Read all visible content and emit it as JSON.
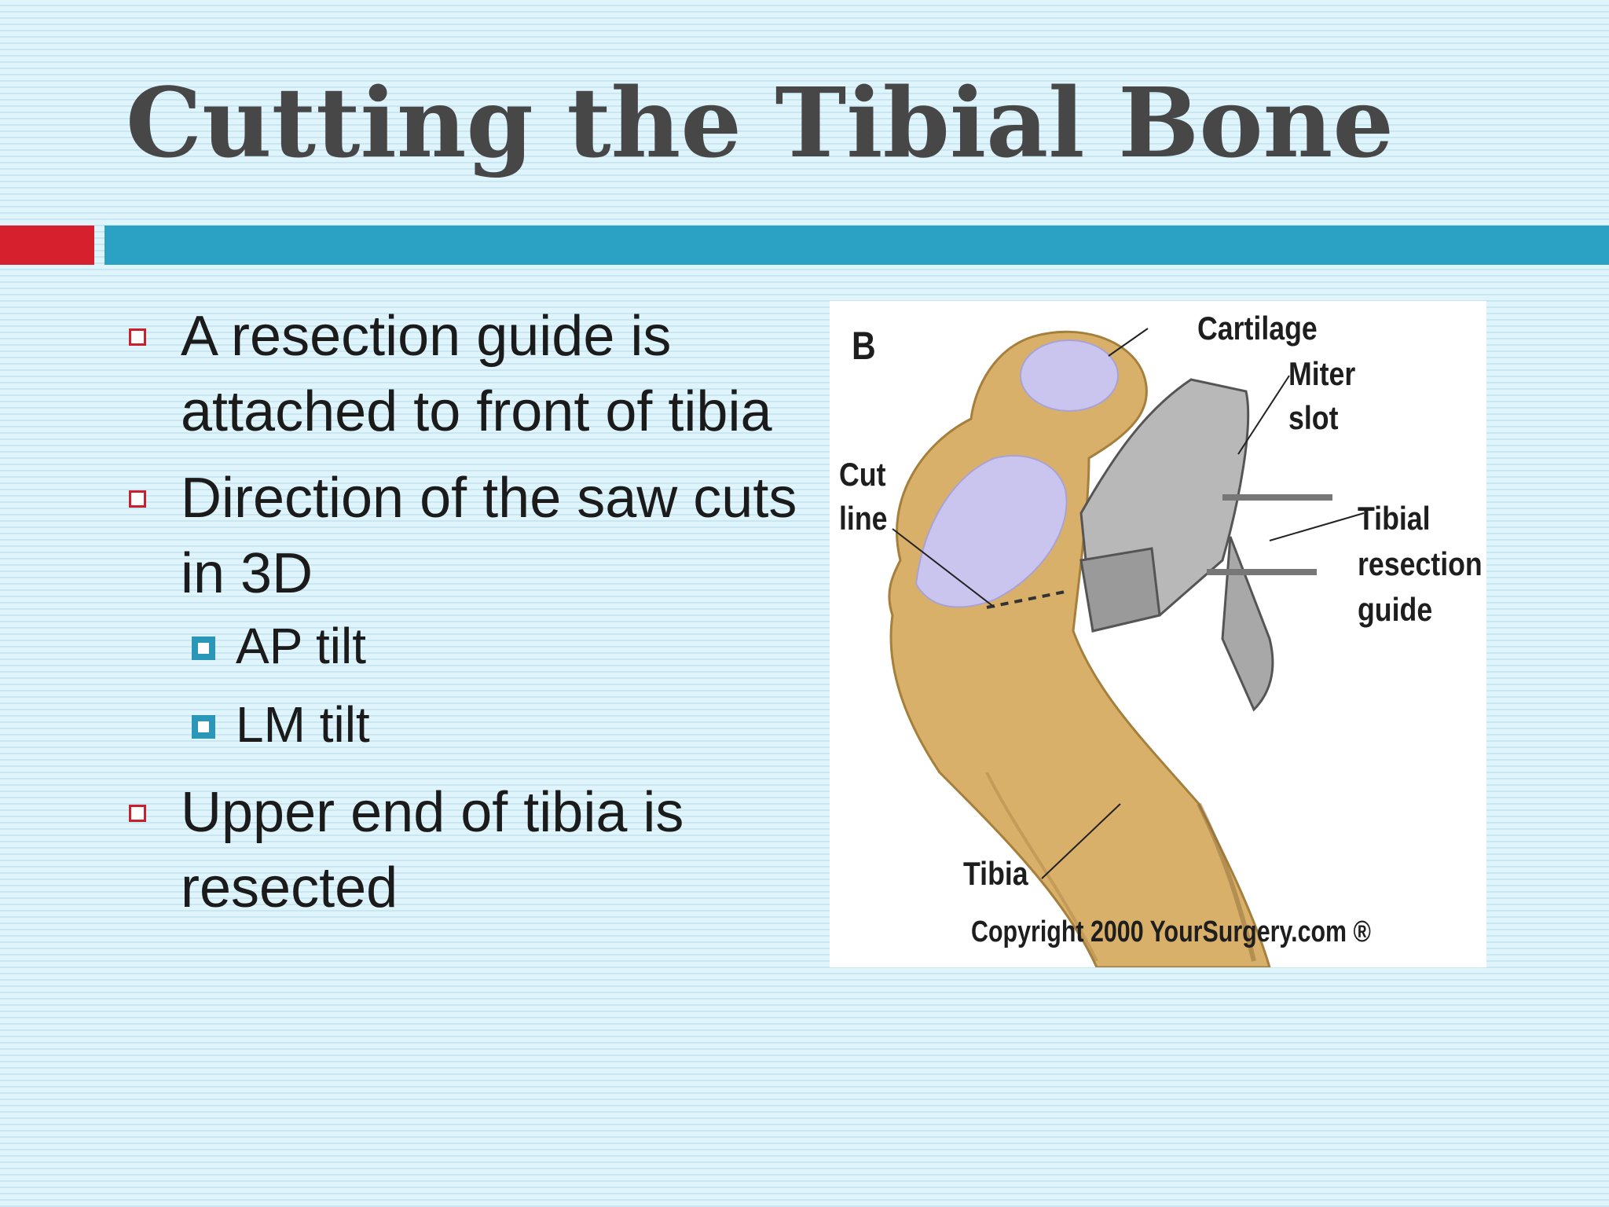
{
  "slide": {
    "title": "Cutting the Tibial Bone",
    "bullets": [
      {
        "text": "A resection guide is attached to front of tibia"
      },
      {
        "text": "Direction of the saw cuts in 3D",
        "subbullets": [
          {
            "text": "AP tilt"
          },
          {
            "text": "LM tilt"
          }
        ]
      },
      {
        "text": "Upper end of tibia is resected"
      }
    ]
  },
  "figure": {
    "letter": "B",
    "labels": {
      "cartilage": "Cartilage",
      "miter": "Miter",
      "slot": "slot",
      "cut": "Cut",
      "line": "line",
      "tibial": "Tibial",
      "resection": "resection",
      "guide": "guide",
      "tibia": "Tibia"
    },
    "copyright": "Copyright 2000 YourSurgery.com ®"
  },
  "colors": {
    "accent_red": "#d7202e",
    "accent_teal": "#2ba1c4",
    "bone": "#d9b06a",
    "cartilage": "#c9c5ee"
  }
}
